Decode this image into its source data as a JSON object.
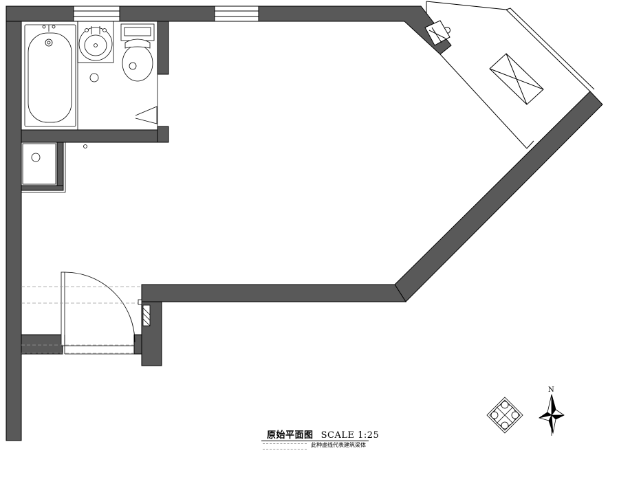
{
  "title": {
    "main": "原始平面图",
    "scale": "SCALE 1:25"
  },
  "legend": {
    "note": "此种虚线代表建筑梁体"
  },
  "compass": {
    "north_label": "N"
  },
  "colors": {
    "wall": "#595959",
    "line": "#000000",
    "fixture_fill": "#ffffff"
  }
}
